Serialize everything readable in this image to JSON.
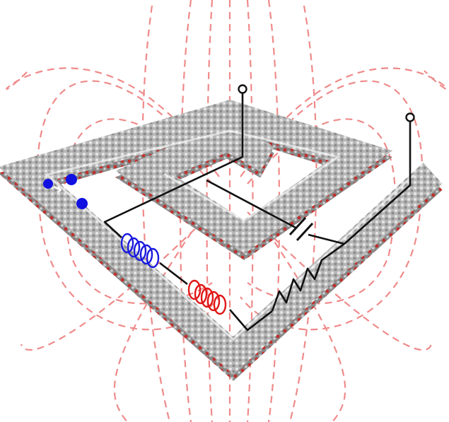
{
  "figure": {
    "subject": "spiral-inductor",
    "colors": {
      "field_lines": "#ef8a8a",
      "lattice_gray": "#9a9a9a",
      "lattice_red": "#c0302c",
      "wire": "#111111",
      "inductor_blue": "#1a1adf",
      "inductor_red": "#e01616",
      "electron": "#1010e0",
      "background": "#ffffff"
    },
    "components": [
      "terminal",
      "terminal",
      "inductor",
      "inductor",
      "resistor",
      "capacitor",
      "electrons"
    ]
  }
}
